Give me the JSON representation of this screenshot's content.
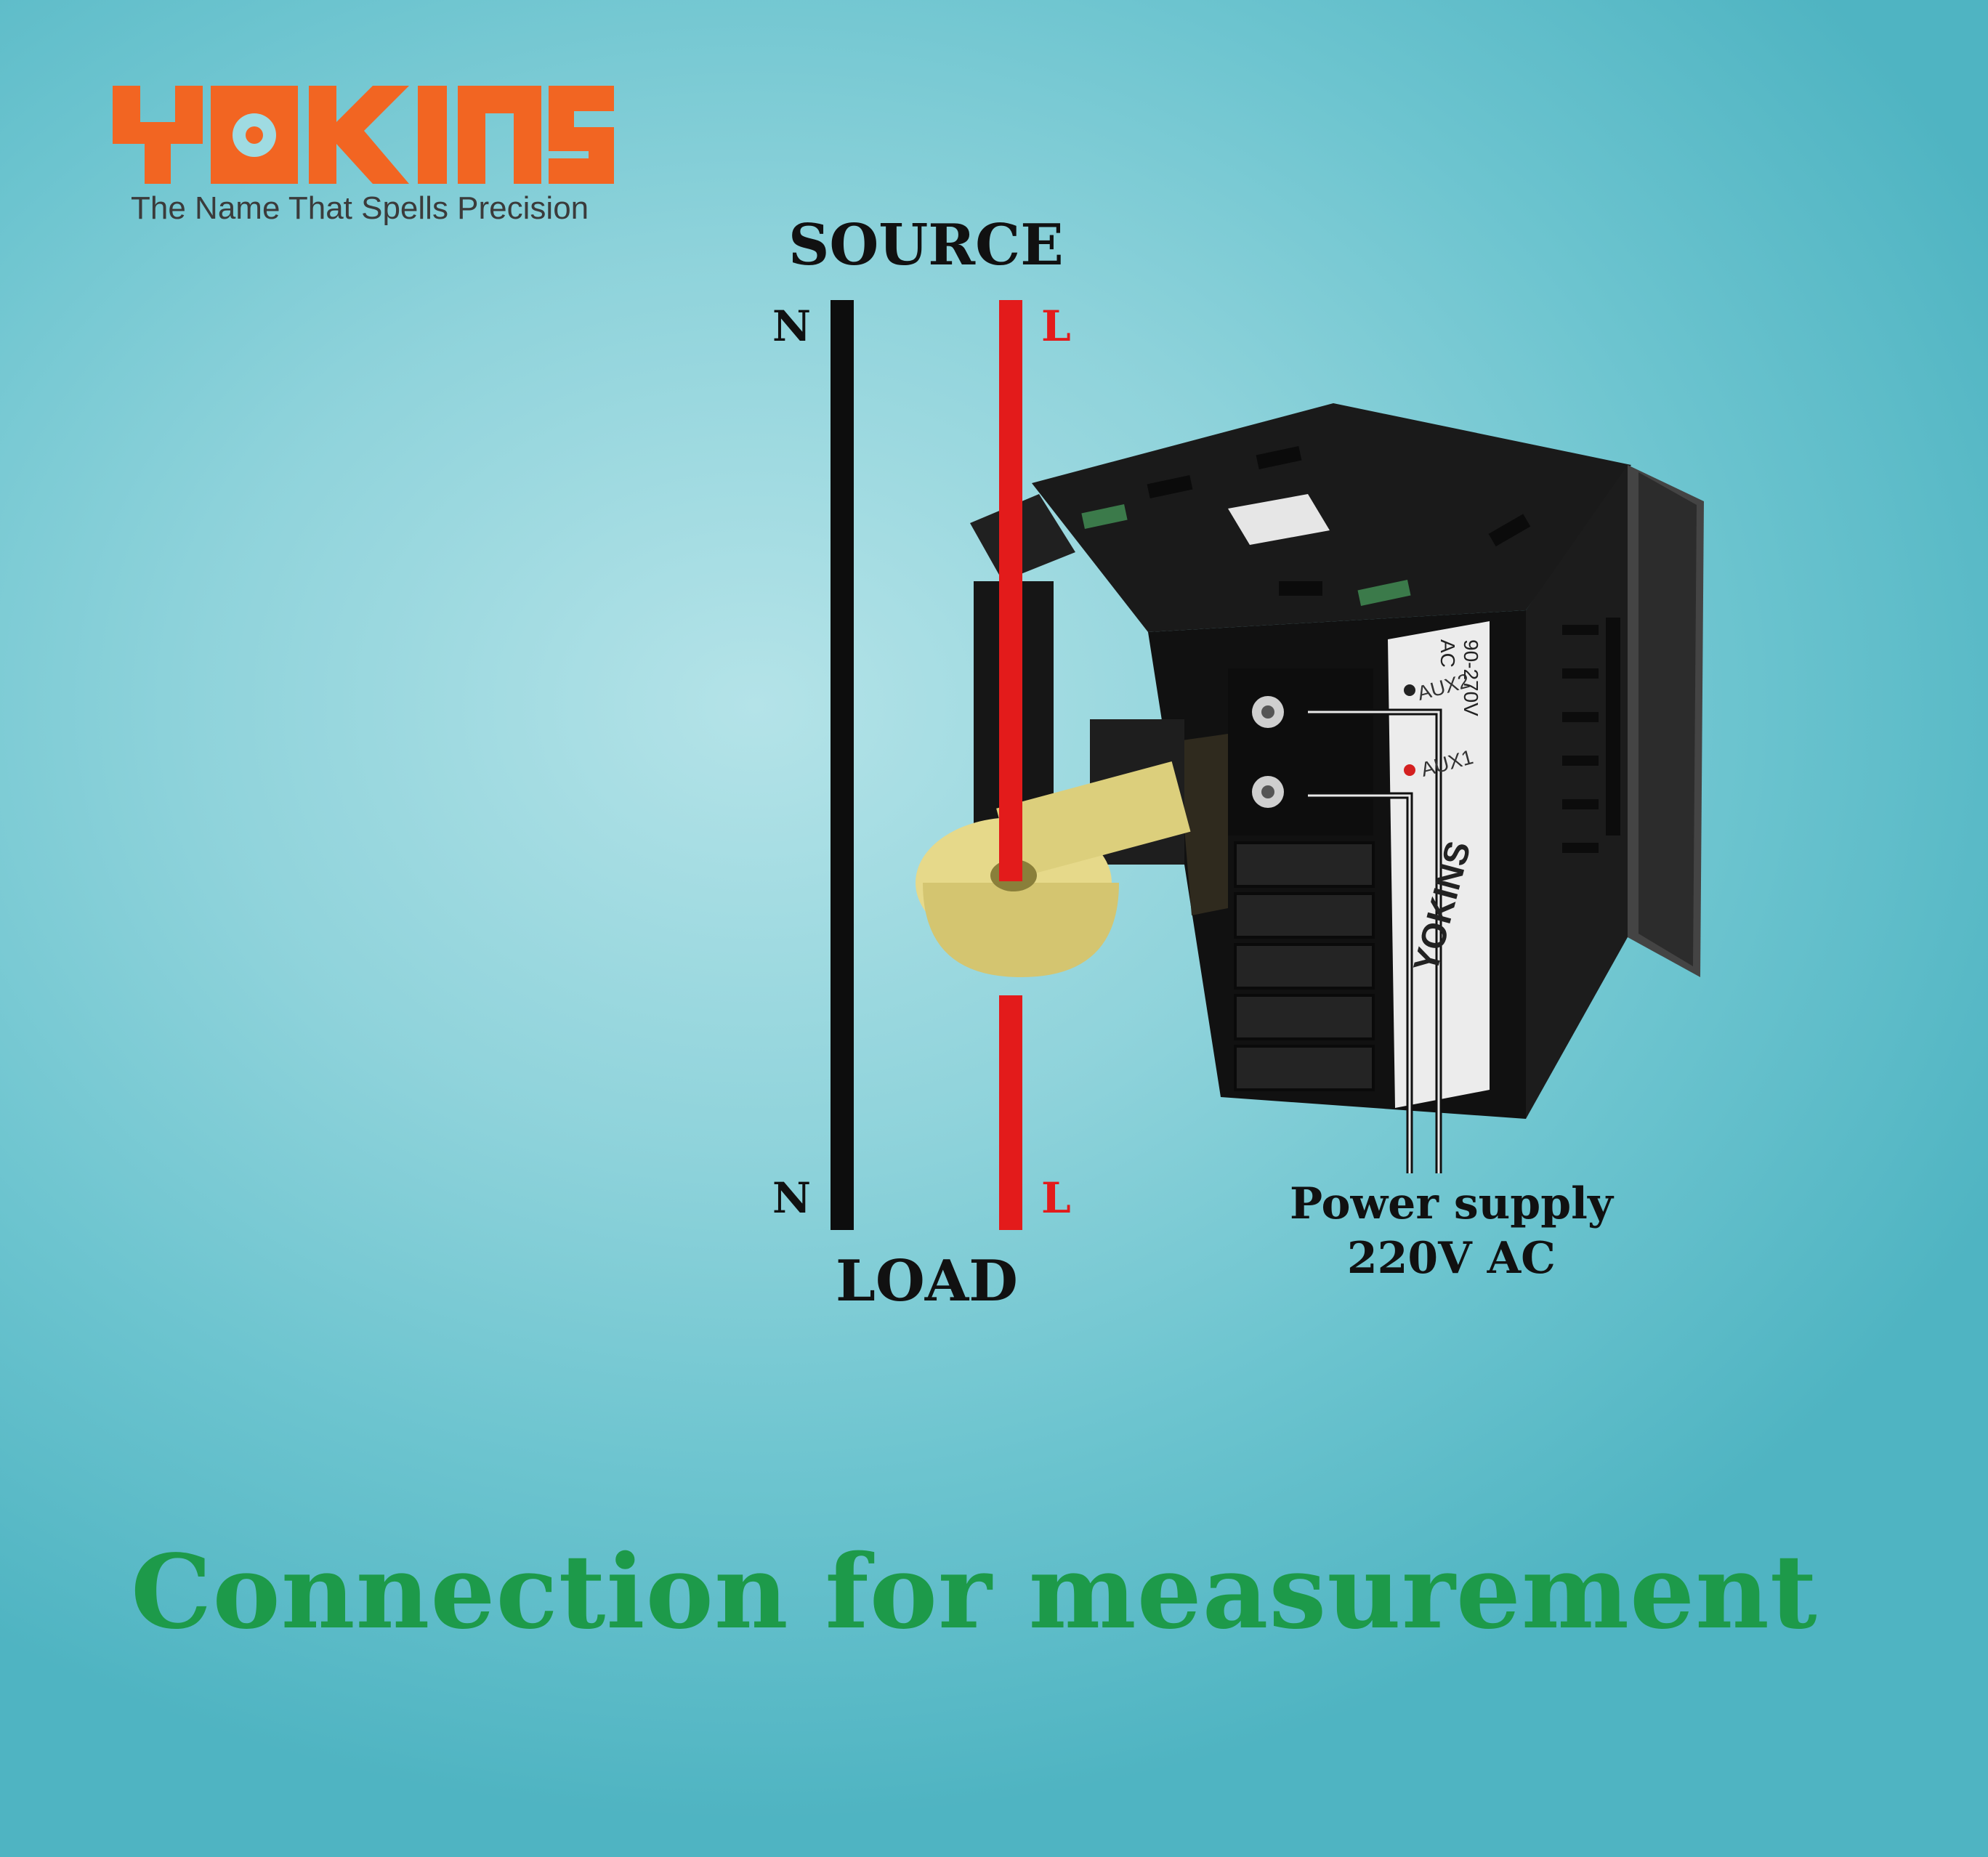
{
  "brand": {
    "name": "YOKINS",
    "tagline": "The Name That Spells Precision"
  },
  "diagram": {
    "source_label": "SOURCE",
    "load_label": "LOAD",
    "neutral_label": "N",
    "line_label": "L",
    "power_supply": [
      "Power supply",
      "220V AC"
    ]
  },
  "device": {
    "terminal_labels": [
      "AUX2",
      "AUX1"
    ],
    "voltage_label": [
      "90-270V",
      "AC"
    ],
    "label_brand": "YOKINS"
  },
  "title": "Connection for measurement",
  "colors": {
    "brand_orange": "#f26522",
    "line_red": "#e31b1b",
    "title_green": "#1d9a4a",
    "background": "#8fd3db"
  }
}
